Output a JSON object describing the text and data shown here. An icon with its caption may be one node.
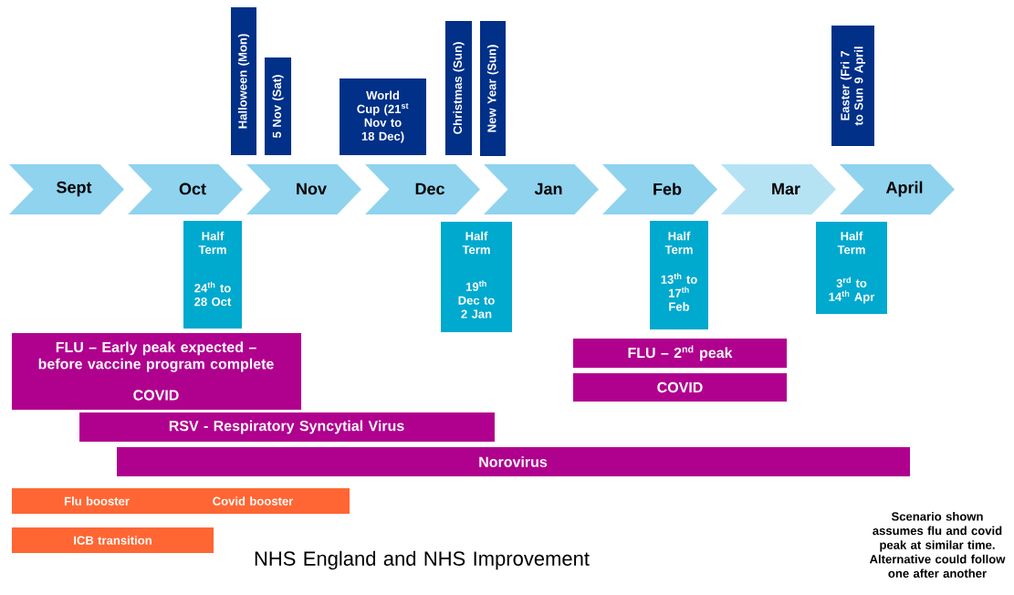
{
  "diagram": {
    "nodes": [
      {
        "text": [
          "Sept"
        ]
      },
      {
        "text": [
          "Oct"
        ]
      },
      {
        "text": [
          "Nov"
        ]
      },
      {
        "text": [
          "Dec"
        ]
      },
      {
        "text": [
          "Jan"
        ]
      },
      {
        "text": [
          "Feb"
        ]
      },
      {
        "text": [
          "Mar"
        ]
      },
      {
        "text": [
          "April"
        ]
      },
      {
        "text": [
          "Halloween (Mon)"
        ]
      },
      {
        "text": [
          "5 Nov (Sat)"
        ]
      },
      {
        "text": [
          "World Cup (21$^{st}$ Nov to 18 Dec)"
        ]
      },
      {
        "text": [
          "Christmas (Sun)"
        ]
      },
      {
        "text": [
          "New Year (Sun)"
        ]
      },
      {
        "text": [
          "Easter (Fri 7 to Sun 9 April"
        ]
      },
      {
        "text": [
          "Half Term",
          "24$^{th}$ to 28 Oct"
        ]
      },
      {
        "text": [
          "Half Term",
          "19$^{th}$ Dec to 2 Jan"
        ]
      },
      {
        "text": [
          "Half Term",
          "13$^{th}$ to 17$^{th}$ Feb"
        ]
      },
      {
        "text": [
          "Half Term",
          "3$^{rd}$ to 14$^{th}$ Apr"
        ]
      },
      {
        "text": [
          "FLU – Early peak expected – before vaccine program complete",
          "COVID"
        ]
      },
      {
        "text": [
          "FLU – 2$^{nd}$ peak"
        ]
      },
      {
        "text": [
          "COVID"
        ]
      },
      {
        "text": [
          "RSV - Respiratory Syncytial Virus"
        ]
      },
      {
        "text": [
          "Norovirus"
        ]
      },
      {
        "text": [
          "Flu booster",
          "Covid booster"
        ]
      },
      {
        "text": [
          "ICB transition"
        ]
      }
    ],
    "labels": [
      "NHS England and NHS Improvement",
      "Scenario shown assumes flu and covid peak at similar time. Alternative could follow one after another"
    ]
  }
}
